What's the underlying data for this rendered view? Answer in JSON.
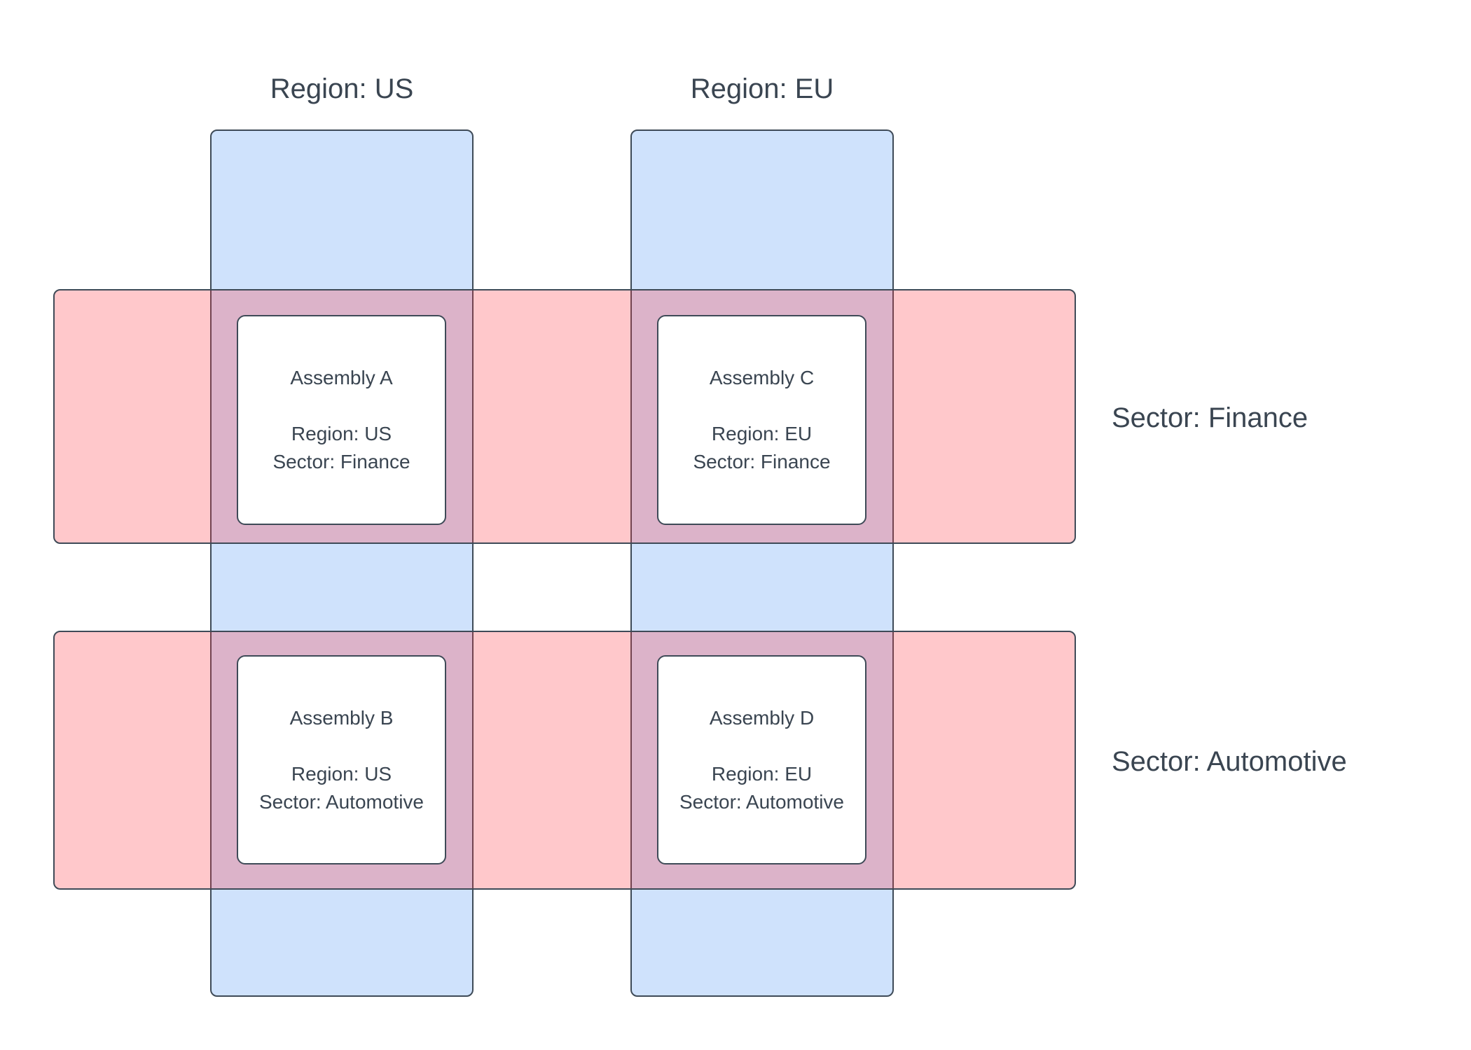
{
  "diagram": {
    "columns": [
      {
        "id": "us",
        "label": "Region: US"
      },
      {
        "id": "eu",
        "label": "Region: EU"
      }
    ],
    "rows": [
      {
        "id": "finance",
        "label": "Sector: Finance"
      },
      {
        "id": "automotive",
        "label": "Sector: Automotive"
      }
    ],
    "assemblies": [
      {
        "name": "Assembly A",
        "region": "Region: US",
        "sector": "Sector: Finance"
      },
      {
        "name": "Assembly B",
        "region": "Region: US",
        "sector": "Sector: Automotive"
      },
      {
        "name": "Assembly C",
        "region": "Region: EU",
        "sector": "Sector: Finance"
      },
      {
        "name": "Assembly D",
        "region": "Region: EU",
        "sector": "Sector: Automotive"
      }
    ],
    "colors": {
      "column_fill": "#cfe2fc",
      "row_fill": "#ffc8cb",
      "overlap_fill": "#dcb8c9",
      "node_fill": "#ffffff",
      "stroke": "#3e4a57",
      "text": "#3a4551"
    }
  }
}
